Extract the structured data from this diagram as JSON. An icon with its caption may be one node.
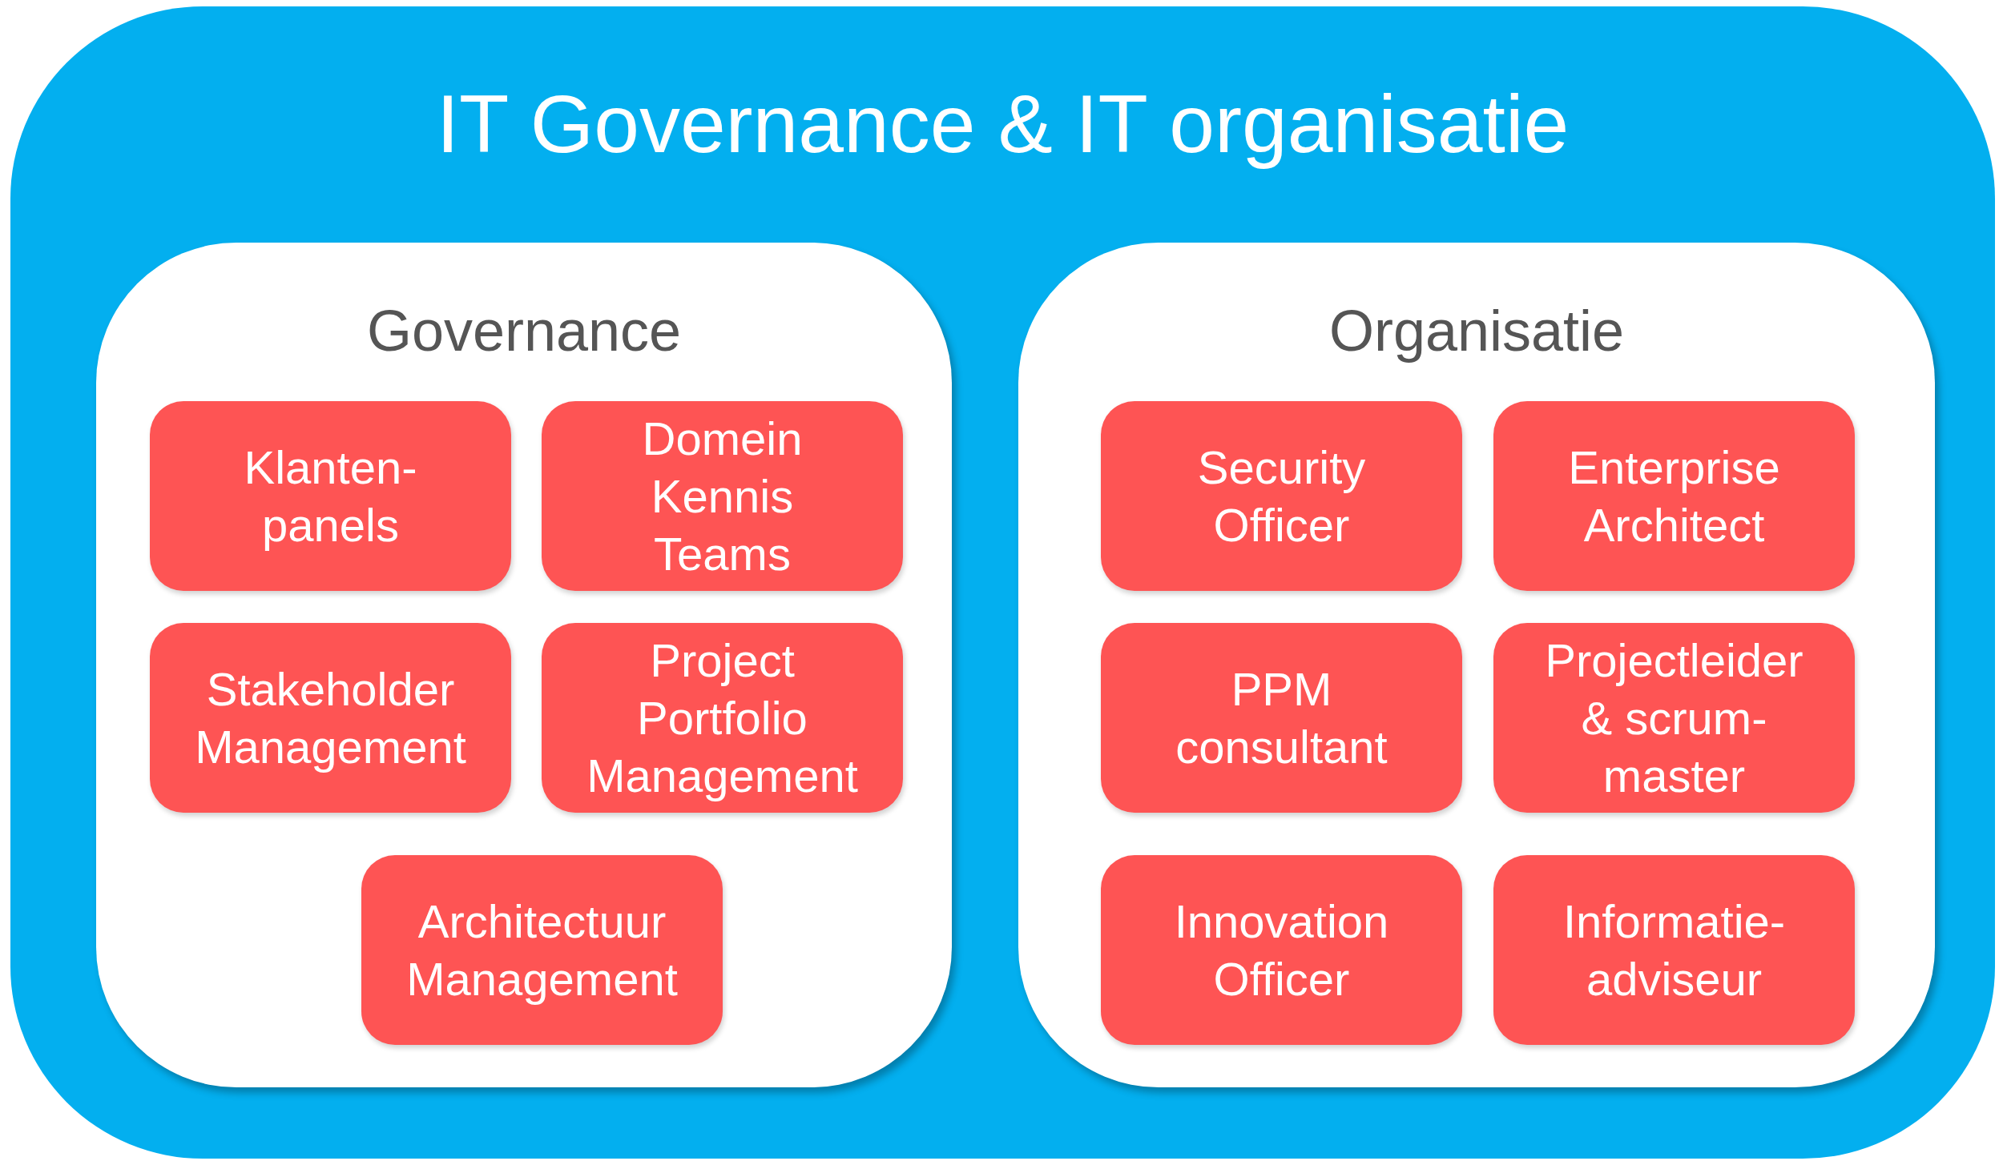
{
  "diagram": {
    "nodes": [
      {
        "text": [
          "IT Governance & IT organisatie"
        ]
      },
      {
        "text": [
          "Governance"
        ],
        "in": 0
      },
      {
        "text": [
          "Klanten- panels"
        ],
        "in": 1
      },
      {
        "text": [
          "Domein Kennis Teams"
        ],
        "in": 1
      },
      {
        "text": [
          "Stakeholder Management"
        ],
        "in": 1
      },
      {
        "text": [
          "Project Portfolio Management"
        ],
        "in": 1
      },
      {
        "text": [
          "Architectuur Management"
        ],
        "in": 1
      },
      {
        "text": [
          "Organisatie"
        ],
        "in": 0
      },
      {
        "text": [
          "Security Officer"
        ],
        "in": 7
      },
      {
        "text": [
          "Enterprise Architect"
        ],
        "in": 7
      },
      {
        "text": [
          "PPM consultant"
        ],
        "in": 7
      },
      {
        "text": [
          "Projectleider & scrum- master"
        ],
        "in": 7
      },
      {
        "text": [
          "Innovation Officer"
        ],
        "in": 7
      },
      {
        "text": [
          "Informatie- adviseur"
        ],
        "in": 7
      }
    ]
  }
}
